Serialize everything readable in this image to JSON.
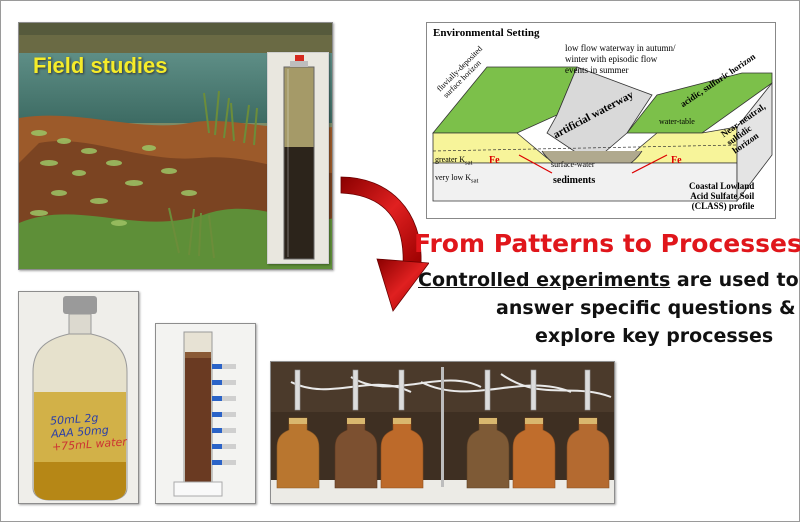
{
  "field_photo": {
    "caption": "Field studies"
  },
  "diagram": {
    "title": "Environmental Setting",
    "note": [
      "low flow waterway in autumn/",
      "winter with episodic flow",
      "events in summer"
    ],
    "left_horizon": [
      "fluvially-deposited",
      "surface horizon"
    ],
    "waterway": "artificial waterway",
    "water_table": "water-table",
    "acidic": "acidic, sulfuric horizon",
    "near_neutral": [
      "Near-neutral,",
      "sulfidic horizon"
    ],
    "greater_ksat": "greater K",
    "very_low_ksat": "very low K",
    "ksat_sub": "sat",
    "fe": "Fe",
    "surface_water": "surface-water",
    "sediments": "sediments",
    "profile": [
      "Coastal Lowland",
      "Acid Sulfate Soil",
      "(CLASS) profile"
    ]
  },
  "headline": "From Patterns to Processes…",
  "body": {
    "underlined": "Controlled experiments",
    "line1_rest": " are used to",
    "line2": "answer specific questions &",
    "line3": "explore key processes"
  },
  "bottle_label": [
    "50mL 2g",
    "AAA 50mg",
    "+75mL water"
  ],
  "colors": {
    "headline": "#e0161b",
    "field_caption": "#f5ec2a",
    "arrow": "#cc1111",
    "diagram_surface": "#7cc04a",
    "diagram_yellow": "#f7f49a"
  }
}
